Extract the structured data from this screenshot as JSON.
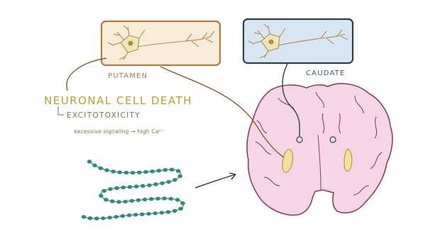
{
  "labels": {
    "putamen": "PUTAMEN",
    "caudate": "CAUDATE",
    "title": "NEURONAL CELL DEATH",
    "mechanism": "EXCITOTOXICITY",
    "detail": "excessive signaling → high Ca²⁺"
  },
  "colors": {
    "putamen_box": "#b57a3f",
    "caudate_box": "#2f3e4f",
    "caudate_fill": "#d8e6f4",
    "putamen_fill": "#f7ecd8",
    "brain_fill": "#f6d6e6",
    "brain_stroke": "#8e3f68",
    "nuclei_fill": "#f1e0a6",
    "chain_beads": "#2f8a80"
  },
  "icons": {
    "neuron": "neuron-icon",
    "brain": "brain-coronal-section",
    "protein": "protein-chain"
  }
}
